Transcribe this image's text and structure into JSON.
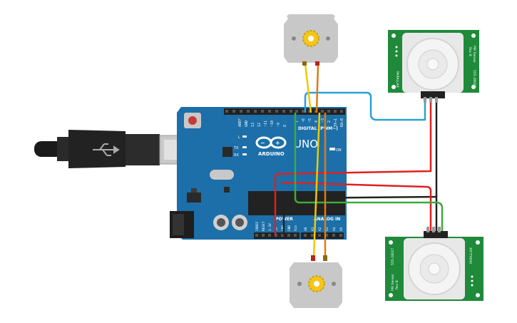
{
  "board": {
    "brand": "ARDUINO",
    "model": "UNO",
    "digital_header": "DIGITAL (PWM~)",
    "power_header": "POWER",
    "analog_header": "ANALOG IN",
    "led_on": "ON",
    "led_l": "L",
    "led_tx": "TX",
    "led_rx": "RX",
    "top_pins": [
      "AREF",
      "GND",
      "13",
      "12",
      "~11",
      "~10",
      "~9",
      "8"
    ],
    "top_pins_right": [
      "7",
      "~6",
      "~5",
      "4",
      "~3",
      "2",
      "TX→1",
      "RX←0"
    ],
    "power_pins": [
      "IOREF",
      "RESET",
      "3.3V",
      "5V",
      "GND",
      "GND",
      "Vin"
    ],
    "analog_pins": [
      "A0",
      "A1",
      "A2",
      "A3",
      "A4",
      "A5"
    ]
  },
  "sensors": {
    "title": "PIR Sensor",
    "rev": "Rev B",
    "part": "555-28027",
    "maker": "PARALLAX"
  },
  "colors": {
    "board": "#1b6fa8",
    "sensor_pcb": "#1e8a3a",
    "wire_red": "#e02020",
    "wire_black": "#222222",
    "wire_green": "#3cab3c",
    "wire_blue": "#2aa0d8",
    "wire_yellow": "#f0c800",
    "wire_orange": "#e07a10"
  }
}
